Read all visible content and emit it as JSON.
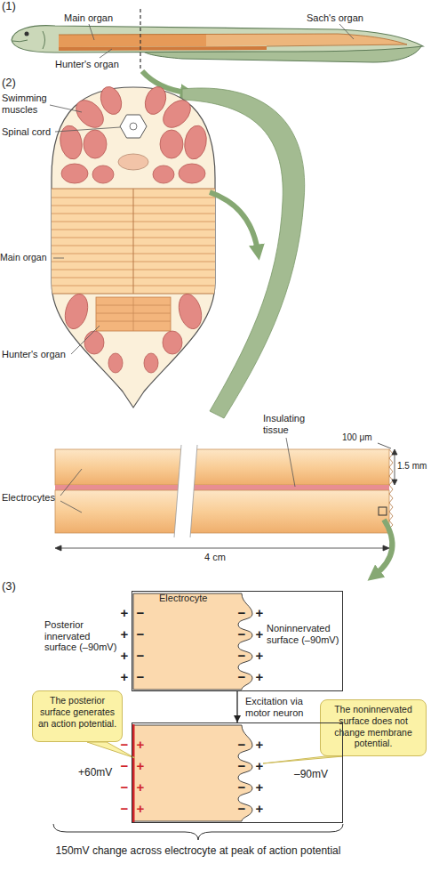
{
  "diagram": {
    "nodes": [
      {
        "text": [
          "Electrocyte"
        ]
      },
      {
        "text": [
          "The posterior surface generates an action potential."
        ]
      },
      {
        "text": [
          "The noninnervated surface does not change membrane potential."
        ]
      },
      {
        "text": [
          "–90mV"
        ]
      }
    ],
    "edges": [
      {
        "from": 0,
        "to": 3,
        "arrow": "to",
        "label": "Excitation via motor neuron"
      }
    ],
    "labels": [
      "(1)",
      "Main organ",
      "Sach's organ",
      "Hunter's organ",
      "(2)",
      "Swimming muscles",
      "Spinal cord",
      "Main organ",
      "Hunter's organ",
      "Insulating tissue",
      "100 μm",
      "1.5 mm",
      "Electrocytes",
      "4 cm",
      "(3)",
      "Posterior innervated surface (–90mV)",
      "Noninnervated surface (–90mV)",
      "+",
      "+",
      "+",
      "+",
      "−",
      "−",
      "−",
      "−",
      "−",
      "−",
      "−",
      "−",
      "+",
      "+",
      "+",
      "+",
      "−",
      "−",
      "−",
      "−",
      "+",
      "+",
      "+",
      "+",
      "−",
      "−",
      "−",
      "−",
      "+",
      "+",
      "+",
      "+",
      "+60mV",
      "150mV change across electrocyte at peak of action potential"
    ]
  }
}
